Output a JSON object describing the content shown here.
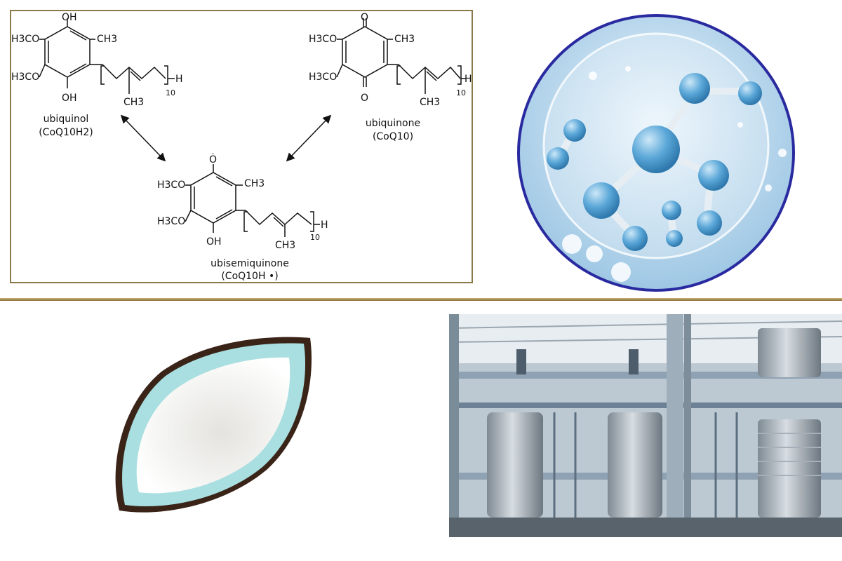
{
  "structures": {
    "ubiquinol": {
      "groups": {
        "oh_top": "OH",
        "oh_bottom": "OH",
        "methoxy_1": "H3CO",
        "methoxy_2": "H3CO",
        "methyl": "CH3",
        "chain_methyl": "CH3",
        "terminal": "H",
        "repeat": "10"
      },
      "name": "ubiquinol",
      "formula": "(CoQ10H2)"
    },
    "ubiquinone": {
      "groups": {
        "oxo_top": "O",
        "oxo_bottom": "O",
        "methoxy_1": "H3CO",
        "methoxy_2": "H3CO",
        "methyl": "CH3",
        "chain_methyl": "CH3",
        "terminal": "H",
        "repeat": "10"
      },
      "name": "ubiquinone",
      "formula": "(CoQ10)"
    },
    "ubisemiquinone": {
      "groups": {
        "radical_oxygen": "Ȯ",
        "oh_bottom": "OH",
        "methoxy_1": "H3CO",
        "methoxy_2": "H3CO",
        "methyl": "CH3",
        "chain_methyl": "CH3",
        "terminal": "H",
        "repeat": "10"
      },
      "name": "ubisemiquinone",
      "formula": "(CoQ10H •)"
    }
  },
  "images": {
    "molecule": "molecular-model-in-water-droplet",
    "powder": "white-powder-in-leaf-shaped-dish",
    "factory": "industrial-production-tanks"
  },
  "colors": {
    "frame": "#8a7a4a",
    "divider": "#a88c50",
    "molecule_ring": "#2a2aa0",
    "atom": "#5aa7d8"
  }
}
